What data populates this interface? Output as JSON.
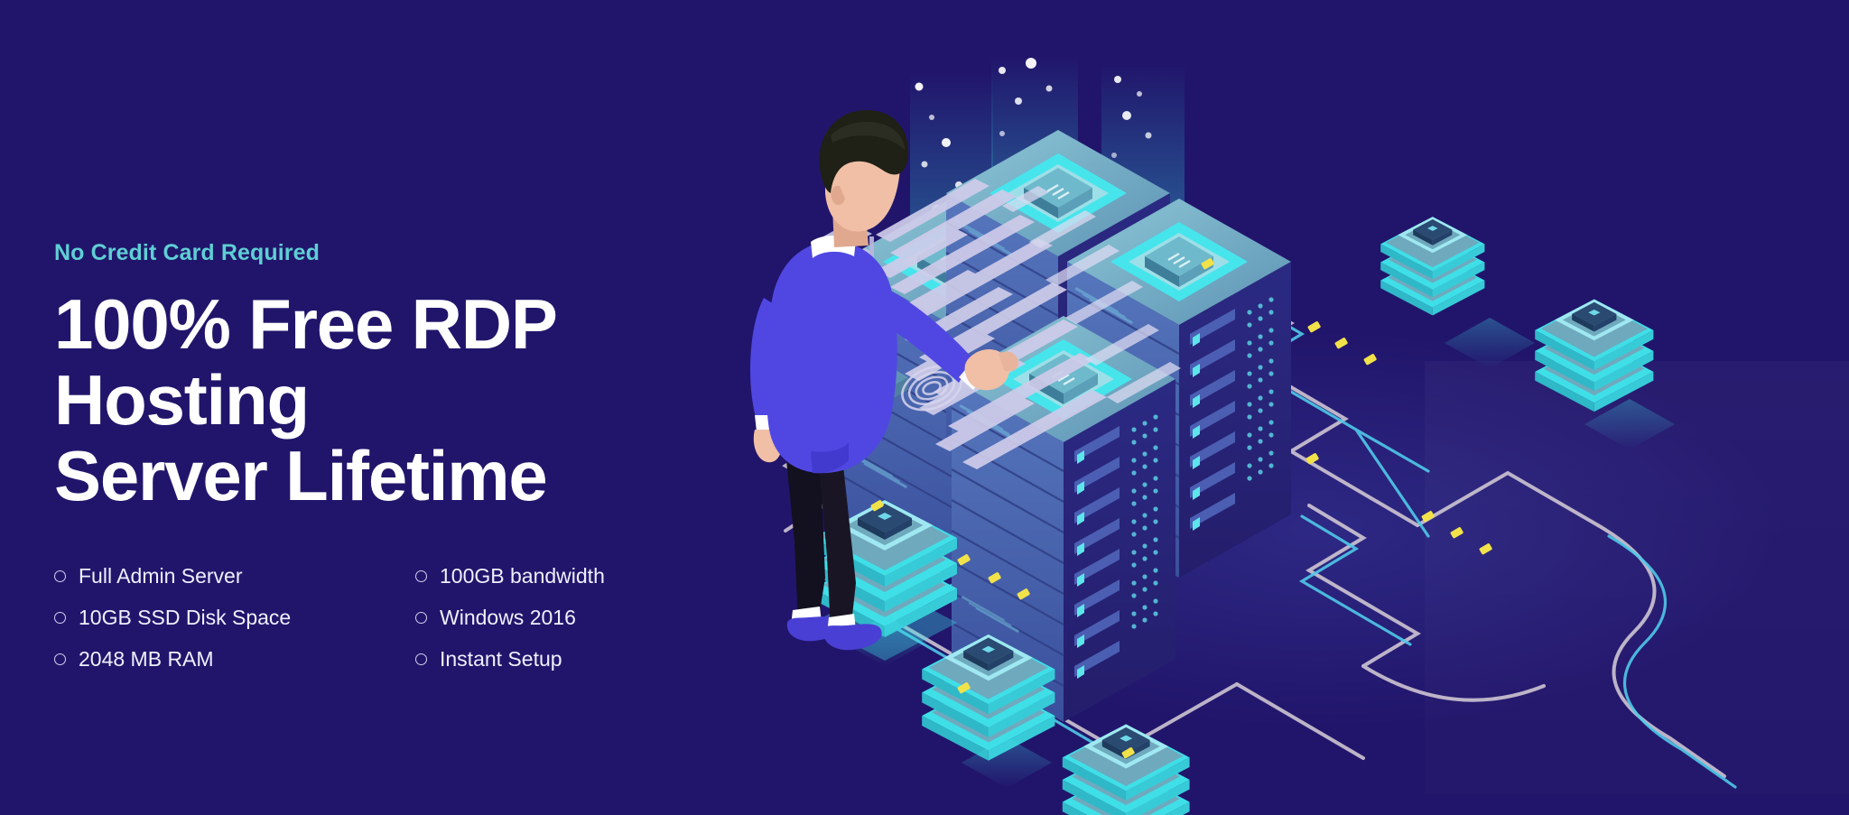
{
  "hero": {
    "background_color": "#21156b",
    "accent_color": "#5ecfd4",
    "text_color": "#ffffff",
    "eyebrow": "No Credit Card Required",
    "headline_line1": "100% Free RDP Hosting",
    "headline_line2": "Server Lifetime",
    "features_left": [
      {
        "label": "Full Admin Server"
      },
      {
        "label": "10GB SSD Disk Space"
      },
      {
        "label": "2048 MB RAM"
      }
    ],
    "features_right": [
      {
        "label": "100GB bandwidth"
      },
      {
        "label": "Windows 2016"
      },
      {
        "label": "Instant Setup"
      }
    ]
  },
  "illustration": {
    "name": "isometric-datacenter-illustration",
    "colors": {
      "rack_light": "#4f6bb0",
      "rack_mid": "#3c55a0",
      "rack_dark": "#241a6e",
      "rack_top": "#7aa9bd",
      "chip_glow": "#43e8ee",
      "chip_core": "#8fd4de",
      "node_cyan": "#3fdfe8",
      "node_body": "#5a8fb0",
      "path_pink": "#d8cfd8",
      "path_cyan": "#4fc9e8",
      "connector_yellow": "#f2e24a",
      "person_shirt": "#4f46e0",
      "person_pants": "#13101f",
      "person_skin": "#f0bfa6",
      "person_hair": "#1f2016",
      "person_shoes": "#4a3fd4",
      "code_lines": "#b9b6dd"
    },
    "elements": [
      "server-tower-back-left",
      "server-tower-back-center",
      "server-tower-back-right",
      "server-tower-front-left",
      "server-tower-front-right",
      "light-beam-particles",
      "small-server-node-cluster",
      "network-paths",
      "standing-person",
      "code-panel",
      "fingerprint-scanner"
    ]
  }
}
